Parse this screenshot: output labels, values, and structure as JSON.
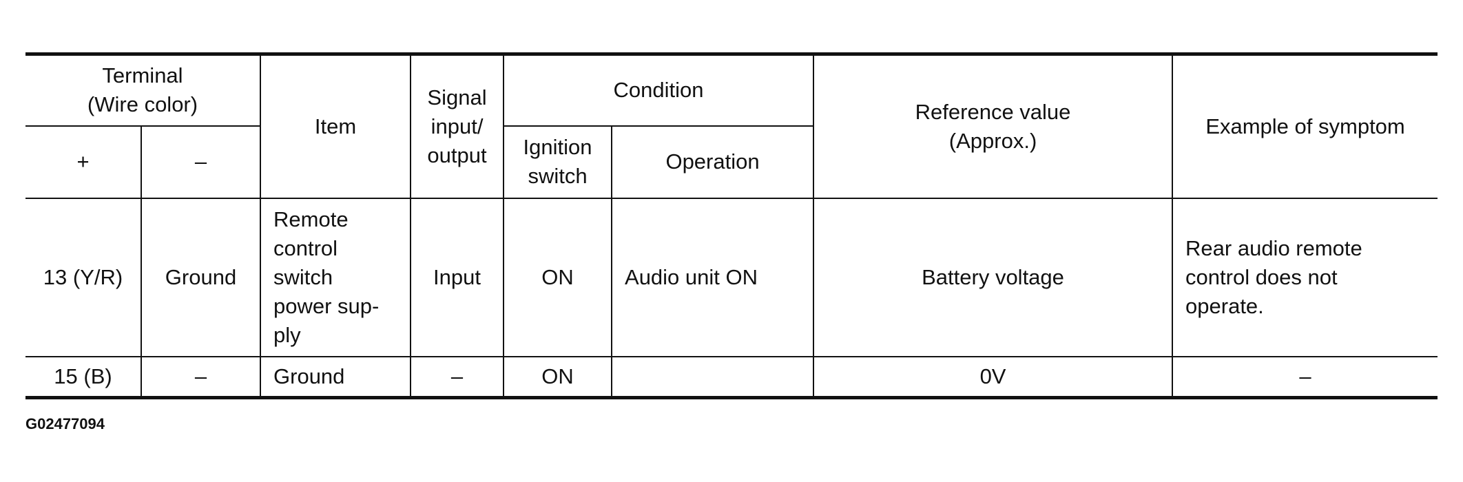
{
  "table": {
    "headers": {
      "terminal_line1": "Terminal",
      "terminal_line2": "(Wire color)",
      "plus": "+",
      "minus": "–",
      "item": "Item",
      "signal_line1": "Signal",
      "signal_line2": "input/",
      "signal_line3": "output",
      "condition": "Condition",
      "ignition_line1": "Ignition",
      "ignition_line2": "switch",
      "operation": "Operation",
      "reference_line1": "Reference value",
      "reference_line2": "(Approx.)",
      "symptom": "Example of symptom"
    },
    "rows": [
      {
        "plus": "13 (Y/R)",
        "minus": "Ground",
        "item_lines": [
          "Remote",
          "control",
          "switch",
          "power sup-",
          "ply"
        ],
        "signal": "Input",
        "ignition": "ON",
        "operation": "Audio unit ON",
        "reference": "Battery voltage",
        "symptom_lines": [
          "Rear audio remote",
          "control does not",
          "operate."
        ]
      },
      {
        "plus": "15 (B)",
        "minus": "–",
        "item_lines": [
          "Ground"
        ],
        "signal": "–",
        "ignition": "ON",
        "operation": "",
        "reference": "0V",
        "symptom_lines": [
          "–"
        ]
      }
    ]
  },
  "figure_code": "G02477094"
}
